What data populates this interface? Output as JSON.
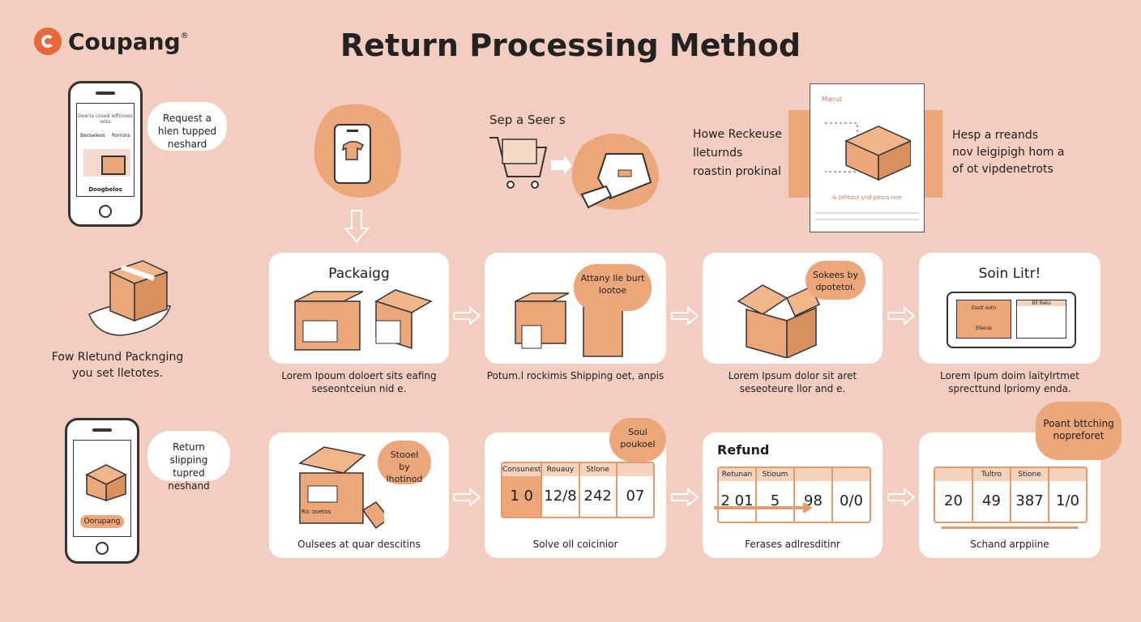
{
  "brand": {
    "name": "Coupang",
    "mark": "®"
  },
  "title": "Return Processing Method",
  "top": {
    "phone_bubble": "Request a hlen tupped neshard",
    "phone_screen_top": "Ooerla cosed ieflnoses ooss",
    "phone_screen_tags": [
      "Beoseleos",
      "Rorrons"
    ],
    "phone_screen_bottom": "Doogbelos",
    "cart_label": "Sep a Seer s",
    "doc_text": [
      "Howe Reckeuse",
      "lleturnds",
      "roastin prokinal"
    ],
    "doc_header": "Manut",
    "doc_footer": "& prhtocr ynd pescs noe",
    "right_text": [
      "Hesp a rreands",
      "nov leigipigh hom a",
      "of ot vipdenetrots"
    ]
  },
  "side": {
    "packaging_label": [
      "Fow Rletund Packnging",
      "you set lletotes."
    ],
    "phone2_bubble": "Return slipping tupred neshand",
    "phone2_button": "Oorupang"
  },
  "row1": [
    {
      "title": "Packaigg",
      "caption": [
        "Lorem Ipoum doloert sits eafing",
        "seseontceiun nid e."
      ]
    },
    {
      "bubble": "Attany lle burt lootoe",
      "caption": [
        "Potum.l rockimis Shipping oet, anpis",
        ""
      ]
    },
    {
      "bubble": "Sokees by dpotetoi.",
      "caption": [
        "Lorem Ipsum dolor sit aret",
        "seseoteure llor and e."
      ]
    },
    {
      "title": "Soin Litr!",
      "caption": [
        "Lorem Ipum doim laitylrtmet",
        "sprecttund lpriomy enda."
      ],
      "screen_labels": [
        "Esolt ootn",
        "Bll Reks",
        "Ellenip"
      ]
    }
  ],
  "row2": [
    {
      "bubble": "Stooel by lhotinod",
      "caption": "Oulsees at quar descitins",
      "box_label": "Ric ooetos"
    },
    {
      "bubble": "Soul poukoel",
      "caption": "Solve oll coicinior",
      "headers": [
        "Consunest",
        "Rouauy",
        "Stlone",
        ""
      ],
      "values": [
        "1 0",
        "12/8",
        "242",
        "07"
      ]
    },
    {
      "title": "Refund",
      "caption": "Ferases adlresditinr",
      "headers": [
        "Retunan",
        "Stioum",
        "",
        ""
      ],
      "values": [
        "2 01",
        "5",
        "98",
        "0/0"
      ]
    },
    {
      "bubble": "Poant bttching nopreforet",
      "caption": "Schand arppiine",
      "headers": [
        "",
        "Tultro",
        "Stione",
        ""
      ],
      "values": [
        "20",
        "49",
        "387",
        "1/0"
      ]
    }
  ]
}
